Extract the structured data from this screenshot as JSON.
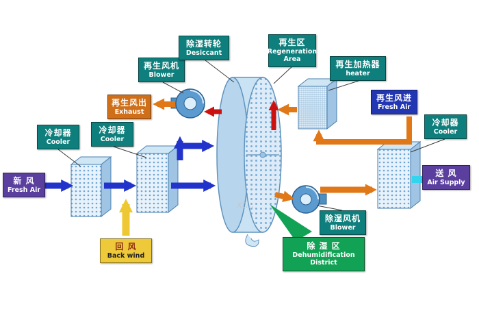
{
  "watermark": "xt…",
  "colors": {
    "label_teal": "#0e7f7c",
    "label_purple": "#5a3f9f",
    "label_orange": "#cf6f1a",
    "label_yellow": "#eec93a",
    "label_blue": "#2236b4",
    "label_green": "#12a255",
    "flow_blue": "#2233cc",
    "flow_red": "#cc1111",
    "flow_orange": "#e07818",
    "flow_yellow": "#eec832",
    "flow_cyan": "#33d4ee"
  },
  "labels": {
    "fresh_air_in": {
      "zh": "新 风",
      "en": "Fresh Air"
    },
    "cooler1": {
      "zh": "冷却器",
      "en": "Cooler"
    },
    "cooler2": {
      "zh": "冷却器",
      "en": "Cooler"
    },
    "back_wind": {
      "zh": "回 风",
      "en": "Back wind"
    },
    "regen_blower": {
      "zh": "再生风机",
      "en": "Blower"
    },
    "exhaust": {
      "zh": "再生风出",
      "en": "Exhaust"
    },
    "desiccant": {
      "zh": "除湿转轮",
      "en": "Desiccant"
    },
    "regen_area": {
      "zh": "再生区",
      "en": "Regeneration Area"
    },
    "heater": {
      "zh": "再生加热器",
      "en": "heater"
    },
    "regen_fresh_air": {
      "zh": "再生风进",
      "en": "Fresh Air"
    },
    "cooler3": {
      "zh": "冷却器",
      "en": "Cooler"
    },
    "air_supply": {
      "zh": "送 风",
      "en": "Air Supply"
    },
    "dehumid_blower": {
      "zh": "除湿风机",
      "en": "Blower"
    },
    "dehumid_district": {
      "zh": "除 湿 区",
      "en": "Dehumidification District"
    }
  }
}
